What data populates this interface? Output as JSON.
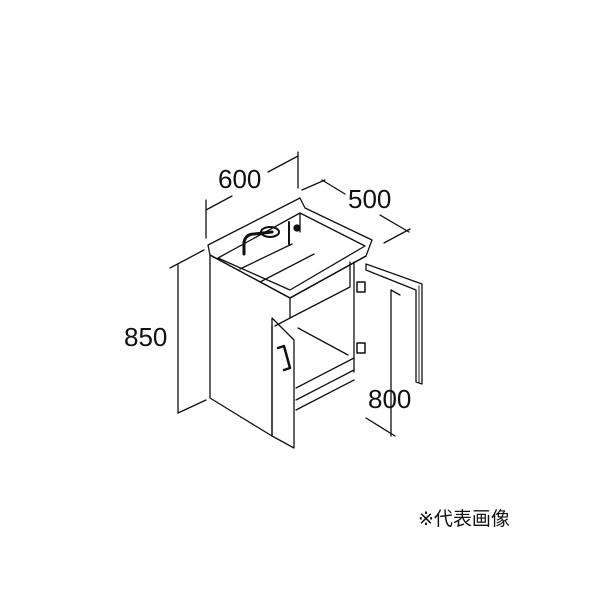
{
  "diagram": {
    "subject": "vanity cabinet with washbasin, two hinged doors (one open)",
    "dimensions": {
      "width": "600",
      "depth": "500",
      "height": "850",
      "counter_height": "800"
    },
    "note": "※代表画像",
    "colors": {
      "line": "#111111",
      "background": "#ffffff",
      "door_edge": "#555555"
    }
  }
}
